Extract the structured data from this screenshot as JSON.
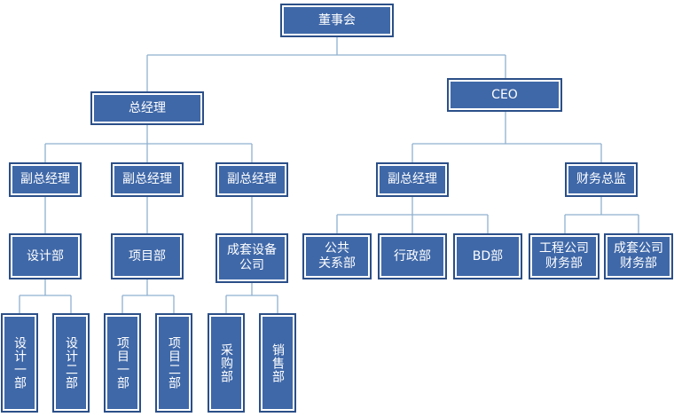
{
  "board": "董事会",
  "gm": {
    "title": "总经理",
    "deputies": [
      {
        "title": "副总经理",
        "dept": "设计部",
        "subs": [
          "设计一部",
          "设计二部"
        ]
      },
      {
        "title": "副总经理",
        "dept": "项目部",
        "subs": [
          "项目一部",
          "项目二部"
        ]
      },
      {
        "title": "副总经理",
        "dept": "成套设备\n公司",
        "subs": [
          "采购部",
          "销售部"
        ]
      }
    ]
  },
  "ceo": {
    "title": "CEO",
    "deputy": {
      "title": "副总经理",
      "depts": [
        "公共\n关系部",
        "行政部",
        "BD部"
      ]
    },
    "finance": {
      "title": "财务总监",
      "depts": [
        "工程公司\n财务部",
        "成套公司\n财务部"
      ]
    }
  },
  "colors": {
    "box": "#3f68a8",
    "border": "#2b4f88",
    "line": "#8fb0cf",
    "text": "#ffffff"
  }
}
